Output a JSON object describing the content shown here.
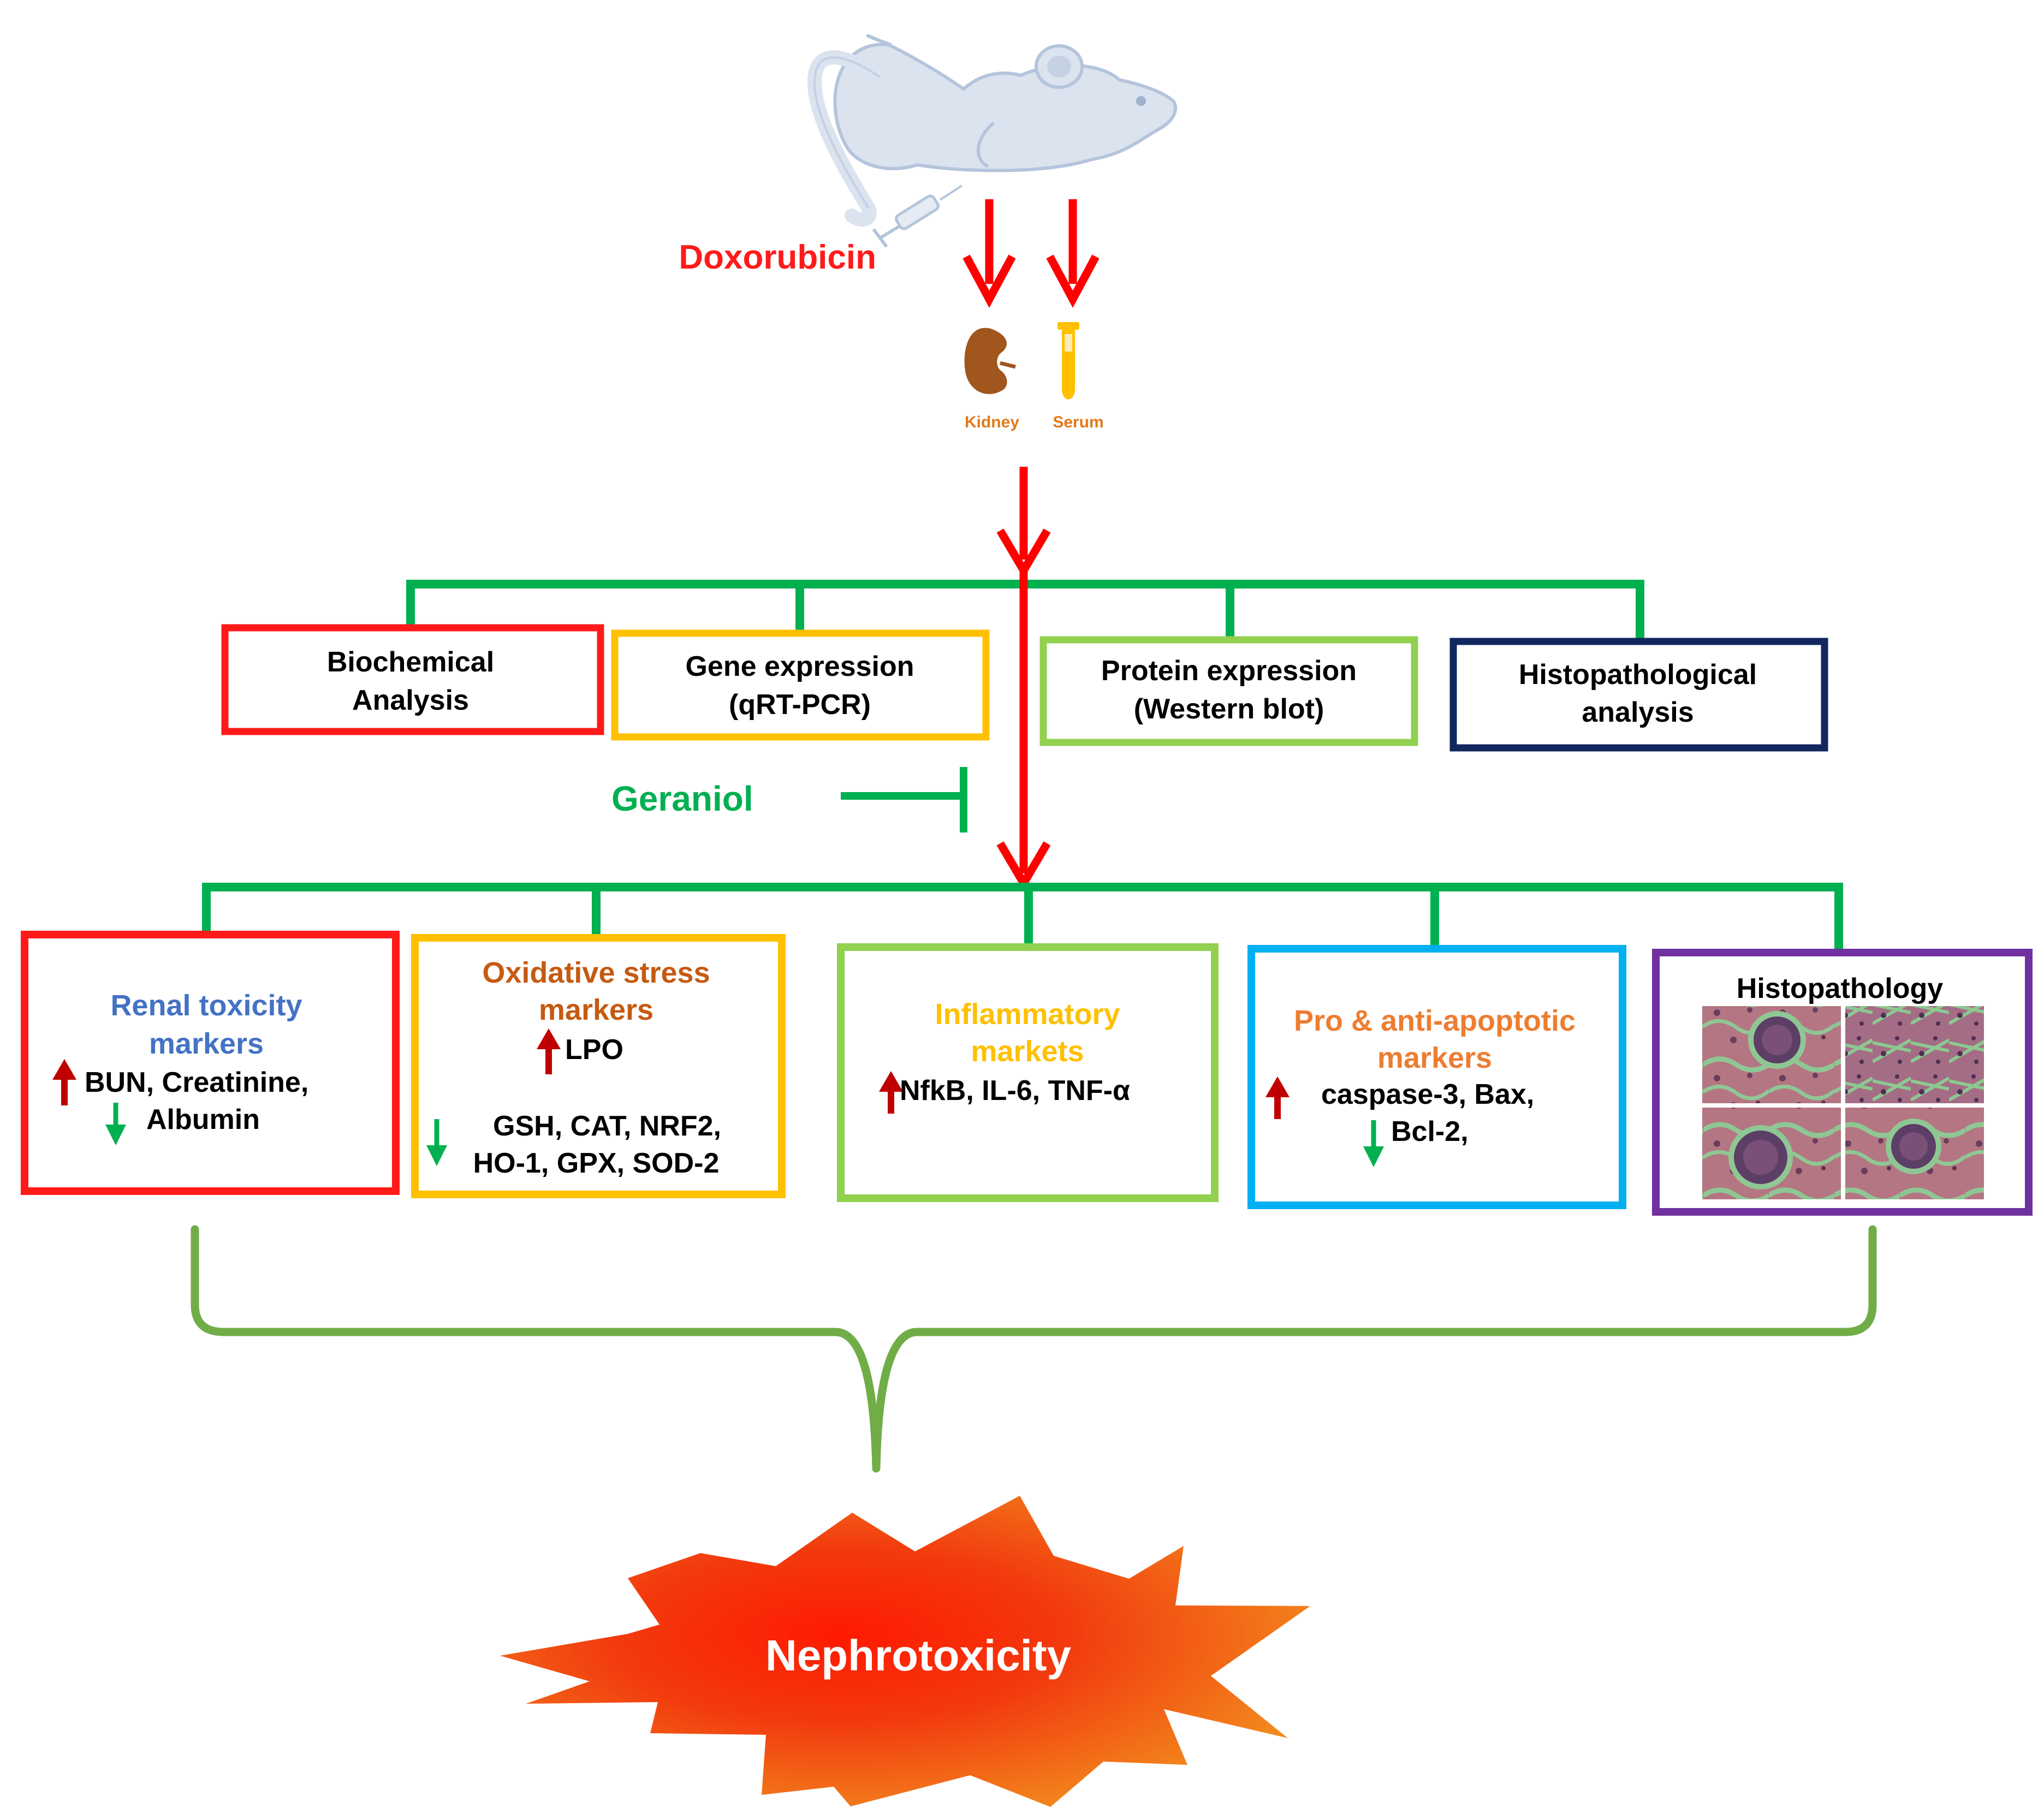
{
  "top": {
    "drug_label": "Doxorubicin",
    "kidney_label": "Kidney",
    "serum_label": "Serum"
  },
  "methods": [
    {
      "line1": "Biochemical",
      "line2": "Analysis",
      "border": "#ff1a1a"
    },
    {
      "line1": "Gene expression",
      "line2": "(qRT-PCR)",
      "border": "#ffc000"
    },
    {
      "line1": "Protein expression",
      "line2": "(Western blot)",
      "border": "#92d050"
    },
    {
      "line1": "Histopathological",
      "line2": "analysis",
      "border": "#12275e"
    }
  ],
  "inhibitor_label": "Geraniol",
  "results": {
    "renal": {
      "title1": "Renal toxicity",
      "title2": "markers",
      "up": "BUN, Creatinine,",
      "down": "Albumin",
      "title_color": "#4472c4",
      "border": "#ff1a1a"
    },
    "oxidative": {
      "title1": "Oxidative stress",
      "title2": "markers",
      "up": "LPO",
      "down1": "GSH, CAT, NRF2,",
      "down2": "HO-1, GPX, SOD-2",
      "title_color": "#c55a11",
      "border": "#ffc000"
    },
    "inflammatory": {
      "title1": "Inflammatory",
      "title2": "markets",
      "up": "NfkB, IL-6, TNF-α",
      "title_color": "#ffc000",
      "border": "#92d050"
    },
    "apoptotic": {
      "title1": "Pro & anti-apoptotic",
      "title2": "markers",
      "up": "caspase-3, Bax,",
      "down": "Bcl-2,",
      "title_color": "#ed7d31",
      "border": "#00b0f0"
    },
    "histo": {
      "title": "Histopathology",
      "border": "#7030a0"
    }
  },
  "outcome_label": "Nephrotoxicity",
  "colors": {
    "arrow_red": "#ff0000",
    "branch_green": "#00b050",
    "brace_green": "#70ad47",
    "up_arrow": "#c00000",
    "down_arrow": "#00b050",
    "mouse_fill": "#dbe3ef",
    "mouse_stroke": "#b4c4dc",
    "kidney": "#a0561c",
    "serum": "#ffc000",
    "tissue_pink": "#b9757f",
    "tissue_green": "#88c48c",
    "burst_red": "#ff1a00",
    "burst_orange": "#f27a1a"
  }
}
